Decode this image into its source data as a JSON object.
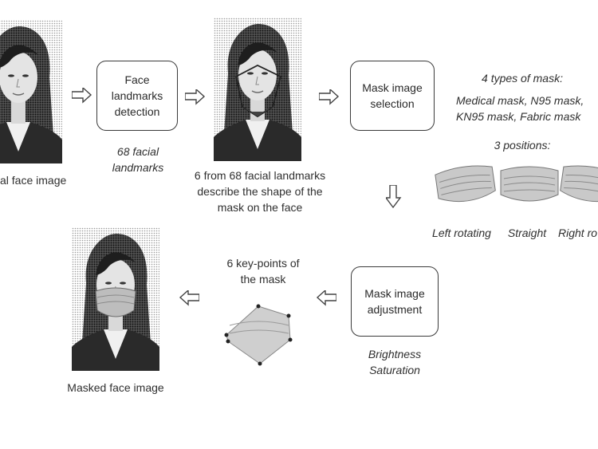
{
  "input": {
    "caption": "al face image"
  },
  "landmarks": {
    "box_line1": "Face",
    "box_line2": "landmarks",
    "box_line3": "detection",
    "note_line1": "68 facial",
    "note_line2": "landmarks"
  },
  "landmark_face": {
    "caption_line1": "6 from 68 facial landmarks",
    "caption_line2": "describe the shape of the",
    "caption_line3": "mask on the face"
  },
  "mask_selection": {
    "box_line1": "Mask image",
    "box_line2": "selection",
    "types_title": "4 types of mask:",
    "types_line1": "Medical mask, N95 mask,",
    "types_line2": "KN95 mask, Fabric mask",
    "positions_title": "3 positions:",
    "positions": [
      "Left rotating",
      "Straight",
      "Right ro"
    ]
  },
  "adjustment": {
    "box_line1": "Mask image",
    "box_line2": "adjustment",
    "note_line1": "Brightness",
    "note_line2": "Saturation"
  },
  "keypoints": {
    "caption_line1": "6 key-points of",
    "caption_line2": "the mask"
  },
  "output": {
    "caption": "Masked face image"
  }
}
